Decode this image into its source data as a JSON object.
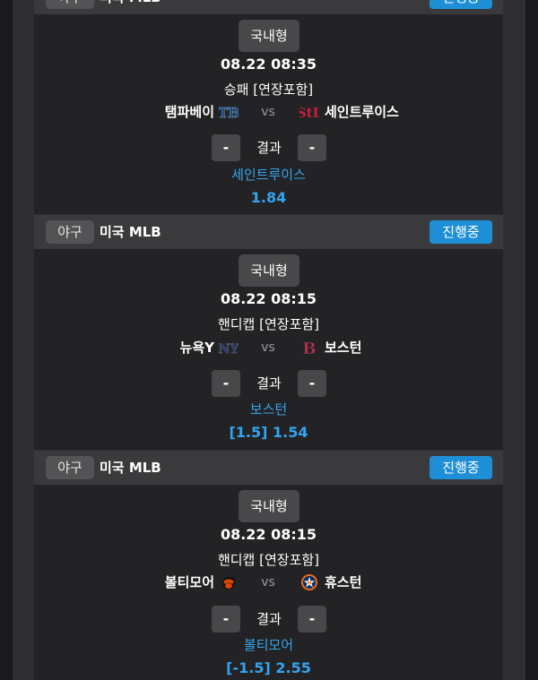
{
  "matches": [
    {
      "sport": "야구",
      "league": "미국 MLB",
      "status": "진행중",
      "type": "국내형",
      "datetime": "08.22 08:35",
      "bet_type": "승패 [연장포함]",
      "home": {
        "name": "탬파베이",
        "logo": "rays-logo",
        "color": "#3b6fb4"
      },
      "vs": "vs",
      "away": {
        "name": "세인트루이스",
        "logo": "cardinals-logo",
        "color": "#c41e3a"
      },
      "score_home": "-",
      "score_away": "-",
      "result_label": "결과",
      "pick": "세인트루이스",
      "odds": "1.84"
    },
    {
      "sport": "야구",
      "league": "미국 MLB",
      "status": "진행중",
      "type": "국내형",
      "datetime": "08.22 08:15",
      "bet_type": "핸디캡 [연장포함]",
      "home": {
        "name": "뉴욕Y",
        "logo": "yankees-logo",
        "color": "#1c2a4a"
      },
      "vs": "vs",
      "away": {
        "name": "보스턴",
        "logo": "red-sox-logo",
        "color": "#bd3039"
      },
      "score_home": "-",
      "score_away": "-",
      "result_label": "결과",
      "pick": "보스턴",
      "odds": "[1.5] 1.54"
    },
    {
      "sport": "야구",
      "league": "미국 MLB",
      "status": "진행중",
      "type": "국내형",
      "datetime": "08.22 08:15",
      "bet_type": "핸디캡 [연장포함]",
      "home": {
        "name": "볼티모어",
        "logo": "orioles-logo",
        "color": "#df4601"
      },
      "vs": "vs",
      "away": {
        "name": "휴스턴",
        "logo": "astros-logo",
        "color": "#eb6e1f"
      },
      "score_home": "-",
      "score_away": "-",
      "result_label": "결과",
      "pick": "볼티모어",
      "odds": "[-1.5] 2.55"
    }
  ],
  "colors": {
    "accent": "#34a4f0",
    "status_bg": "#1e8fd6",
    "card_bg": "#232325",
    "header_bg": "#3a3a3c"
  }
}
